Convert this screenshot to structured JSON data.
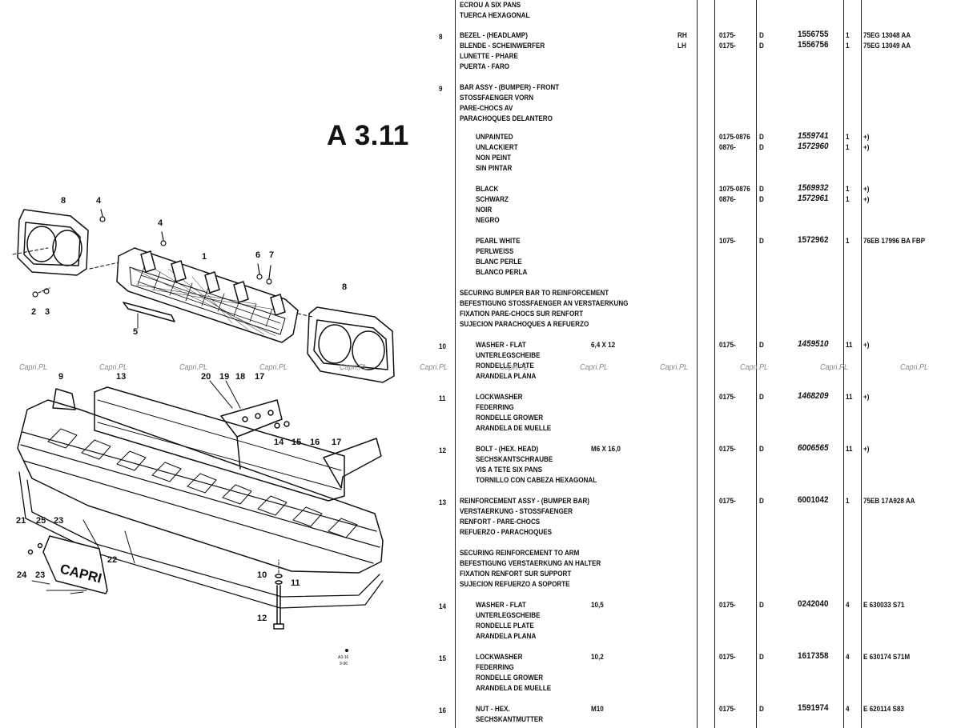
{
  "page": {
    "plate_id": "A 3.11",
    "watermark": "Capri.PL",
    "diagram_stamp": [
      "A3-16",
      "9-96"
    ]
  },
  "diagram": {
    "callouts": [
      "8",
      "4",
      "4",
      "1",
      "6",
      "7",
      "2",
      "3",
      "5",
      "8",
      "9",
      "13",
      "20",
      "19",
      "18",
      "17",
      "14",
      "15",
      "16",
      "17",
      "21",
      "25",
      "23",
      "22",
      "24",
      "23",
      "10",
      "11",
      "12"
    ],
    "plate_text": "CAPRI"
  },
  "table": {
    "rows": [
      {
        "ref": "",
        "desc": [
          "ECROU A SIX PANS",
          "TUERCA HEXAGONAL"
        ],
        "side": [],
        "spec": "",
        "date": [],
        "code": [],
        "part": [],
        "qty": [],
        "ford": []
      },
      {
        "ref": "8",
        "desc": [
          "BEZEL - (HEADLAMP)",
          "BLENDE - SCHEINWERFER",
          "LUNETTE - PHARE",
          "PUERTA - FARO"
        ],
        "side": [
          "RH",
          "LH"
        ],
        "spec": "",
        "date": [
          "0175-",
          "0175-"
        ],
        "code": [
          "D",
          "D"
        ],
        "part": [
          "1556755",
          "1556756"
        ],
        "qty": [
          "1",
          "1"
        ],
        "ford": [
          "75EG 13048 AA",
          "75EG 13049 AA"
        ]
      },
      {
        "ref": "9",
        "desc": [
          "BAR ASSY - (BUMPER) - FRONT",
          "STOSSFAENGER VORN",
          "PARE-CHOCS AV",
          "PARACHOQUES DELANTERO"
        ],
        "side": [],
        "spec": "",
        "date": [],
        "code": [],
        "part": [],
        "qty": [],
        "ford": []
      },
      {
        "ref": "",
        "desc": [
          "UNPAINTED",
          "UNLACKIERT",
          "NON PEINT",
          "SIN PINTAR"
        ],
        "side": [],
        "spec": "",
        "date": [
          "0175-0876",
          "0876-"
        ],
        "code": [
          "D",
          "D"
        ],
        "part": [
          "1559741",
          "1572960"
        ],
        "qty": [
          "1",
          "1"
        ],
        "ford": [
          "+)",
          "+)"
        ]
      },
      {
        "ref": "",
        "desc": [
          "BLACK",
          "SCHWARZ",
          "NOIR",
          "NEGRO"
        ],
        "side": [],
        "spec": "",
        "date": [
          "1075-0876",
          "0876-"
        ],
        "code": [
          "D",
          "D"
        ],
        "part": [
          "1569932",
          "1572961"
        ],
        "qty": [
          "1",
          "1"
        ],
        "ford": [
          "+)",
          "+)"
        ]
      },
      {
        "ref": "",
        "desc": [
          "PEARL WHITE",
          "PERLWEISS",
          "BLANC PERLE",
          "BLANCO PERLA"
        ],
        "side": [],
        "spec": "",
        "date": [
          "1075-"
        ],
        "code": [
          "D"
        ],
        "part": [
          "1572962"
        ],
        "qty": [
          "1"
        ],
        "ford": [
          "76EB 17996 BA FBP"
        ]
      },
      {
        "ref": "",
        "desc": [
          "SECURING BUMPER BAR TO REINFORCEMENT",
          "BEFESTIGUNG STOSSFAENGER AN VERSTAERKUNG",
          "FIXATION PARE-CHOCS SUR RENFORT",
          "SUJECION PARACHOQUES A REFUERZO"
        ],
        "side": [],
        "spec": "",
        "date": [],
        "code": [],
        "part": [],
        "qty": [],
        "ford": []
      },
      {
        "ref": "10",
        "desc": [
          "WASHER - FLAT",
          "UNTERLEGSCHEIBE",
          "RONDELLE PLATE",
          "ARANDELA PLANA"
        ],
        "side": [],
        "spec": "6,4 X 12",
        "date": [
          "0175-"
        ],
        "code": [
          "D"
        ],
        "part": [
          "1459510"
        ],
        "qty": [
          "11"
        ],
        "ford": [
          "+)"
        ]
      },
      {
        "ref": "11",
        "desc": [
          "LOCKWASHER",
          "FEDERRING",
          "RONDELLE GROWER",
          "ARANDELA DE MUELLE"
        ],
        "side": [],
        "spec": "",
        "date": [
          "0175-"
        ],
        "code": [
          "D"
        ],
        "part": [
          "1468209"
        ],
        "qty": [
          "11"
        ],
        "ford": [
          "+)"
        ]
      },
      {
        "ref": "12",
        "desc": [
          "BOLT - (HEX. HEAD)",
          "SECHSKANTSCHRAUBE",
          "VIS A TETE SIX PANS",
          "TORNILLO CON CABEZA HEXAGONAL"
        ],
        "side": [],
        "spec": "M6 X 16,0",
        "date": [
          "0175-"
        ],
        "code": [
          "D"
        ],
        "part": [
          "6006565"
        ],
        "qty": [
          "11"
        ],
        "ford": [
          "+)"
        ]
      },
      {
        "ref": "13",
        "desc": [
          "REINFORCEMENT ASSY - (BUMPER BAR)",
          "VERSTAERKUNG - STOSSFAENGER",
          "RENFORT - PARE-CHOCS",
          "REFUERZO - PARACHOQUES"
        ],
        "side": [],
        "spec": "",
        "date": [
          "0175-"
        ],
        "code": [
          "D"
        ],
        "part": [
          "6001042"
        ],
        "qty": [
          "1"
        ],
        "ford": [
          "75EB 17A928 AA"
        ]
      },
      {
        "ref": "",
        "desc": [
          "SECURING REINFORCEMENT TO ARM",
          "BEFESTIGUNG VERSTAERKUNG AN HALTER",
          "FIXATION RENFORT SUR SUPPORT",
          "SUJECION REFUERZO A SOPORTE"
        ],
        "side": [],
        "spec": "",
        "date": [],
        "code": [],
        "part": [],
        "qty": [],
        "ford": []
      },
      {
        "ref": "14",
        "desc": [
          "WASHER - FLAT",
          "UNTERLEGSCHEIBE",
          "RONDELLE PLATE",
          "ARANDELA PLANA"
        ],
        "side": [],
        "spec": "10,5",
        "date": [
          "0175-"
        ],
        "code": [
          "D"
        ],
        "part": [
          "0242040"
        ],
        "qty": [
          "4"
        ],
        "ford": [
          "E 630033 S71"
        ]
      },
      {
        "ref": "15",
        "desc": [
          "LOCKWASHER",
          "FEDERRING",
          "RONDELLE GROWER",
          "ARANDELA DE MUELLE"
        ],
        "side": [],
        "spec": "10,2",
        "date": [
          "0175-"
        ],
        "code": [
          "D"
        ],
        "part": [
          "1617358"
        ],
        "qty": [
          "4"
        ],
        "ford": [
          "E 630174 S71M"
        ]
      },
      {
        "ref": "16",
        "desc": [
          "NUT - HEX.",
          "SECHSKANTMUTTER"
        ],
        "side": [],
        "spec": "M10",
        "date": [
          "0175-"
        ],
        "code": [
          "D"
        ],
        "part": [
          "1591974"
        ],
        "qty": [
          "4"
        ],
        "ford": [
          "E 620114 S83"
        ]
      }
    ]
  }
}
